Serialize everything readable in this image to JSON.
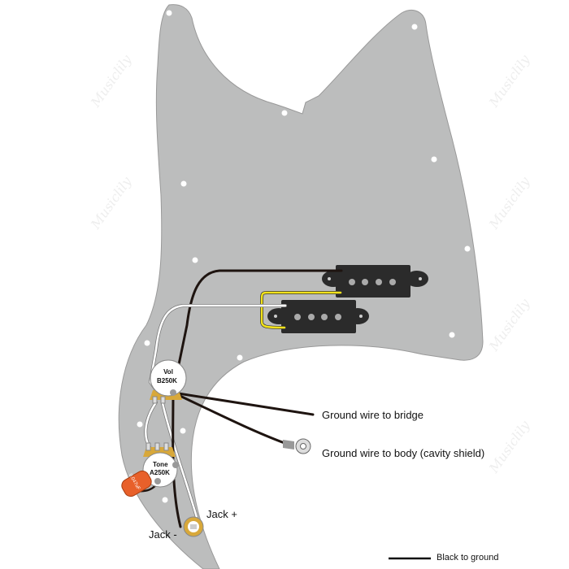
{
  "labels": {
    "vol_line1": "Vol",
    "vol_line2": "B250K",
    "tone_line1": "Tone",
    "tone_line2": "A250K",
    "capacitor": "0.047uF",
    "ground_bridge": "Ground wire to bridge",
    "ground_body": "Ground wire to body (cavity shield)",
    "jack_plus": "Jack +",
    "jack_minus": "Jack -",
    "legend_black": "Black to ground"
  },
  "watermark": "Musiclily",
  "colors": {
    "pickguard": "#bcbdbd",
    "pickup": "#2b2b2b",
    "black_wire": "#1e1410",
    "white_wire": "#ffffff",
    "yellow_wire": "#f2e21a",
    "capacitor": "#e8602a",
    "pot_lug": "#d8a83a"
  }
}
